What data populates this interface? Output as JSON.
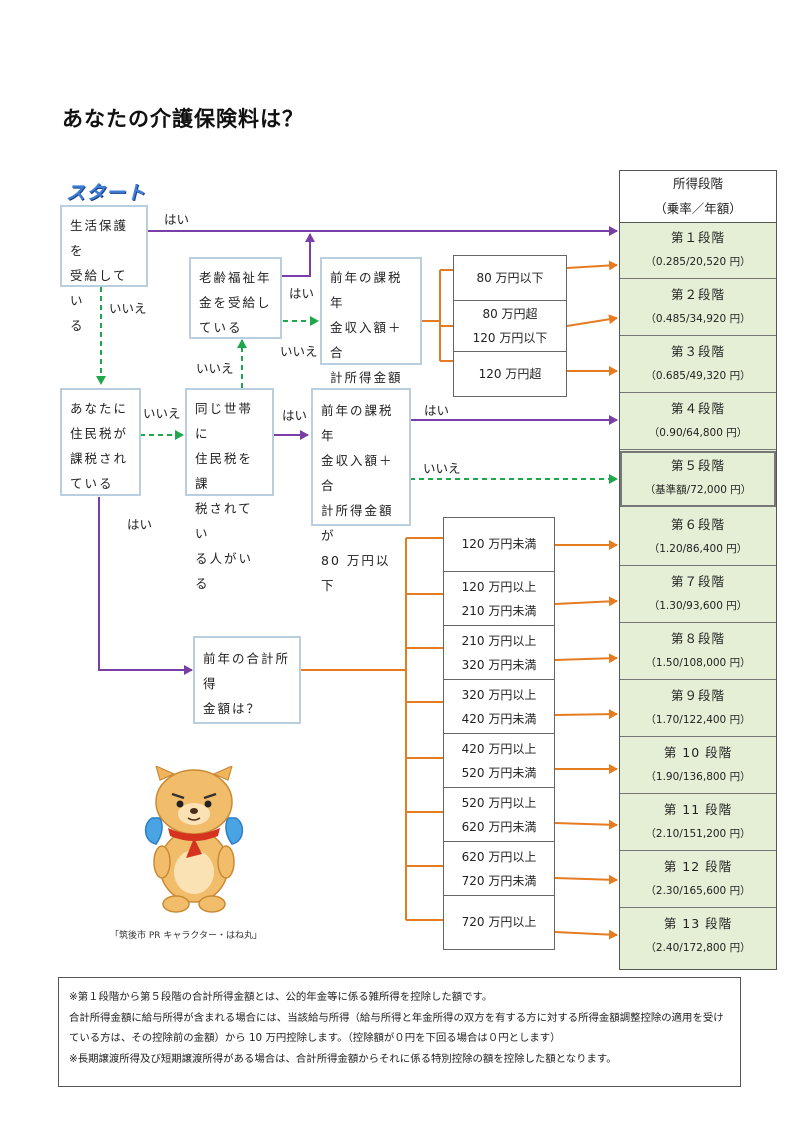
{
  "title": "あなたの介護保険料は？",
  "start_label": "スタート",
  "boxes": {
    "welfare": "生活保護を\n受給してい\nる",
    "pension": "老齢福祉年\n金を受給し\nている",
    "income80_top": "前年の課税年\n金収入額＋合\n計所得金額\nは？",
    "resident_tax": "あなたに\n住民税が\n課税され\nている",
    "household": "同じ世帯に\n住民税を課\n税されてい\nる人がいる",
    "income80_mid": "前年の課税年\n金収入額＋合\n計所得金額が\n80 万円以下",
    "total_income": "前年の合計所得\n金額は？"
  },
  "labels": {
    "yes": "はい",
    "no": "いいえ"
  },
  "ranges_top": [
    "80 万円以下",
    "80 万円超\n120 万円以下",
    "120 万円超"
  ],
  "ranges_bottom": [
    "120 万円未満",
    "120 万円以上\n210 万円未満",
    "210 万円以上\n320 万円未満",
    "320 万円以上\n420 万円未満",
    "420 万円以上\n520 万円未満",
    "520 万円以上\n620 万円未満",
    "620 万円以上\n720 万円未満",
    "720 万円以上"
  ],
  "panel": {
    "head1": "所得段階",
    "head2": "（乗率／年額）",
    "stages": [
      {
        "name": "第１段階",
        "rate": "（0.285/20,520 円）"
      },
      {
        "name": "第２段階",
        "rate": "（0.485/34,920 円）"
      },
      {
        "name": "第３段階",
        "rate": "（0.685/49,320 円）"
      },
      {
        "name": "第４段階",
        "rate": "（0.90/64,800 円）"
      },
      {
        "name": "第５段階",
        "rate": "（基準額/72,000 円）"
      },
      {
        "name": "第６段階",
        "rate": "（1.20/86,400 円）"
      },
      {
        "name": "第７段階",
        "rate": "（1.30/93,600 円）"
      },
      {
        "name": "第８段階",
        "rate": "（1.50/108,000 円）"
      },
      {
        "name": "第９段階",
        "rate": "（1.70/122,400 円）"
      },
      {
        "name": "第 10 段階",
        "rate": "（1.90/136,800 円）"
      },
      {
        "name": "第 11 段階",
        "rate": "（2.10/151,200 円）"
      },
      {
        "name": "第 12 段階",
        "rate": "（2.30/165,600 円）"
      },
      {
        "name": "第 13 段階",
        "rate": "（2.40/172,800 円）"
      }
    ]
  },
  "caption": "「筑後市 PR キャラクター・はね丸」",
  "notes": [
    "※第１段階から第５段階の合計所得金額とは、公的年金等に係る雑所得を控除した額です。",
    "合計所得金額に給与所得が含まれる場合には、当該給与所得（給与所得と年金所得の双方を有する方に対する所得金額調整控除の適用を受けている方は、その控除前の金額）から 10 万円控除します。（控除額が０円を下回る場合は０円とします）",
    "※長期譲渡所得及び短期譲渡所得がある場合は、合計所得金額からそれに係る特別控除の額を控除した額となります。"
  ],
  "colors": {
    "yes_line": "#7a3fa6",
    "no_line": "#1ea84b",
    "range_line": "#e67c22",
    "panel_bg": "#e4efd6"
  }
}
